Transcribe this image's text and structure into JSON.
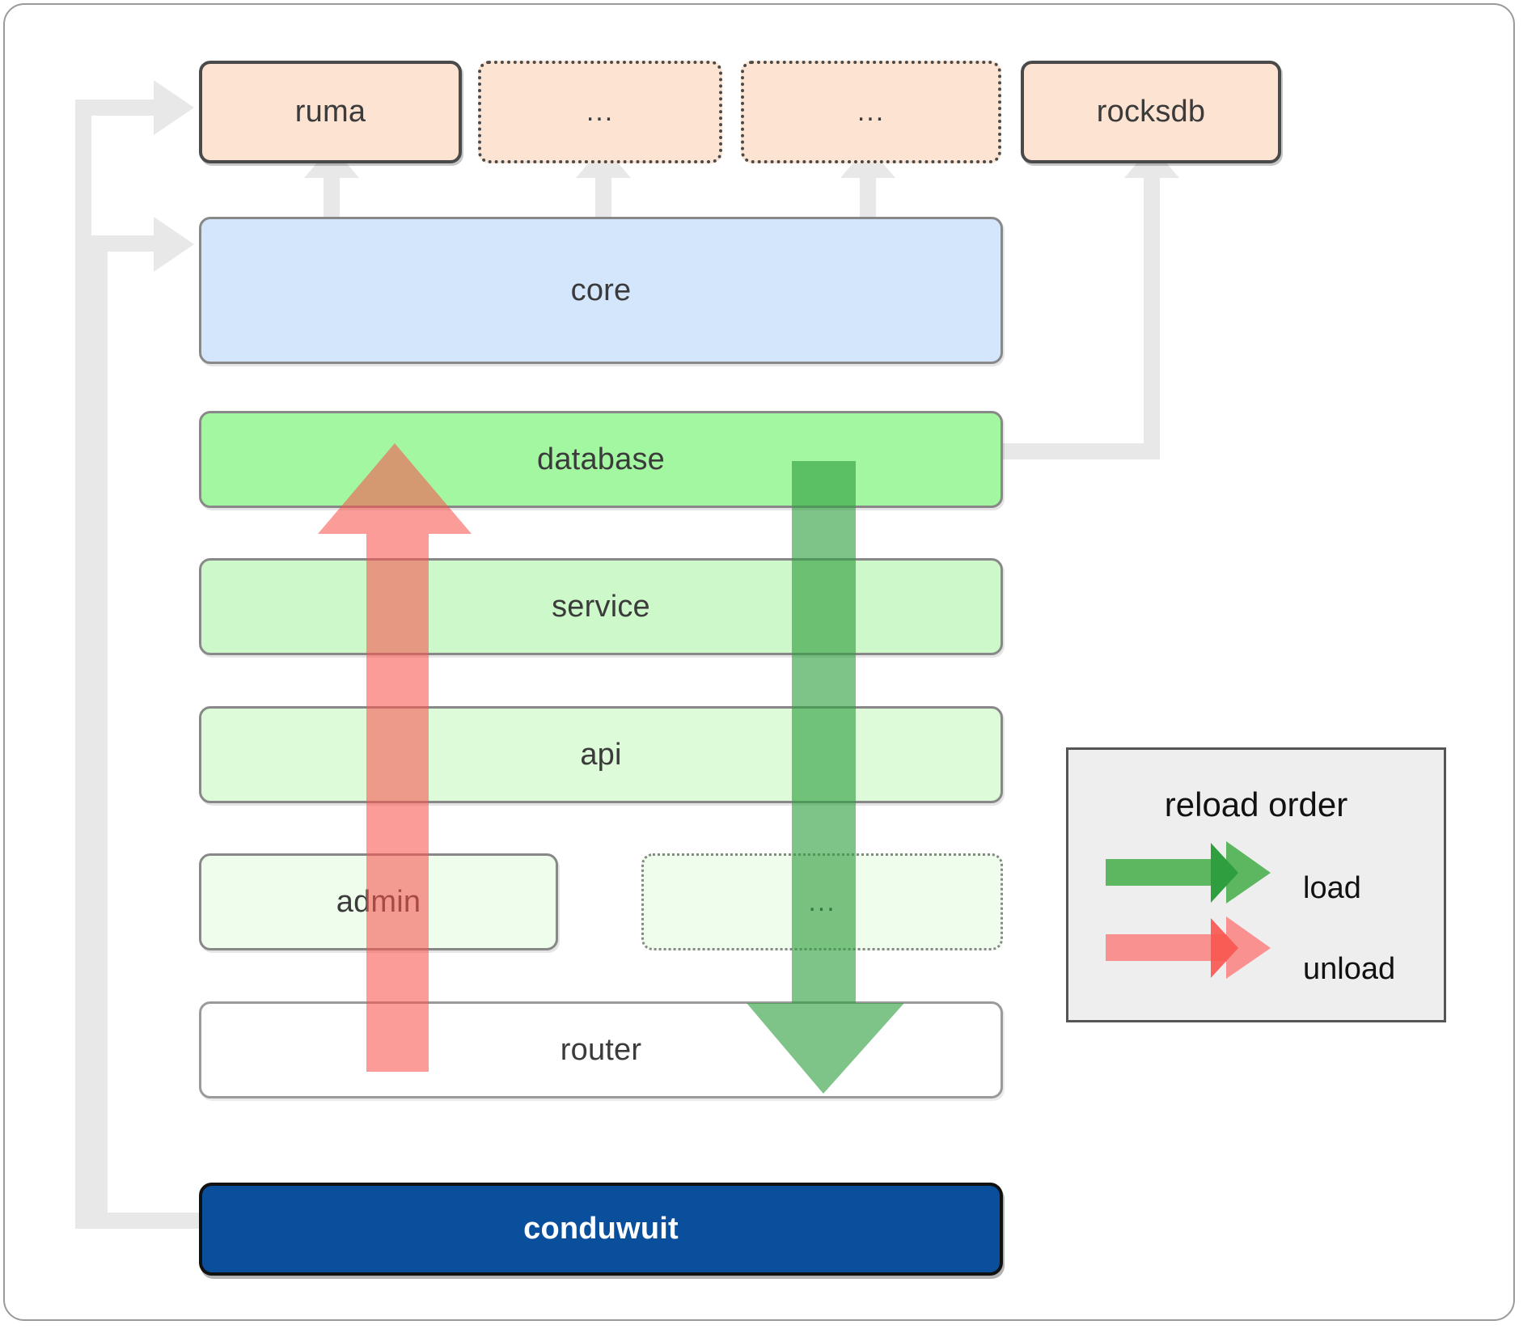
{
  "diagram": {
    "title": "conduwuit crate dependency / reload order diagram",
    "colors": {
      "external_fill": "#fde3d2",
      "external_border": "#4a4a4a",
      "core_fill": "#d4e6fb",
      "database_fill": "#a4f7a1",
      "service_fill": "#cdf8c9",
      "api_fill": "#ddfbd9",
      "admin_fill": "#effdec",
      "router_fill": "#ffffff",
      "conduwuit_fill": "#0a4f9c",
      "connector_gray": "#e8e8e8",
      "load_green": "#4caf50",
      "unload_red": "#f76b6b",
      "legend_bg": "#eeeeee"
    },
    "external_nodes": [
      {
        "id": "ruma",
        "label": "ruma",
        "style": "solid"
      },
      {
        "id": "ext1",
        "label": "...",
        "style": "dotted"
      },
      {
        "id": "ext2",
        "label": "...",
        "style": "dotted"
      },
      {
        "id": "rocksdb",
        "label": "rocksdb",
        "style": "solid"
      }
    ],
    "layers": [
      {
        "id": "core",
        "label": "core",
        "style": "solid"
      },
      {
        "id": "database",
        "label": "database",
        "style": "solid"
      },
      {
        "id": "service",
        "label": "service",
        "style": "solid"
      },
      {
        "id": "api",
        "label": "api",
        "style": "solid"
      },
      {
        "id": "admin",
        "label": "admin",
        "style": "solid"
      },
      {
        "id": "more",
        "label": "...",
        "style": "dotted"
      },
      {
        "id": "router",
        "label": "router",
        "style": "solid"
      }
    ],
    "binary": {
      "id": "conduwuit",
      "label": "conduwuit"
    },
    "legend": {
      "title": "reload order",
      "items": [
        {
          "id": "load",
          "label": "load",
          "color": "#4caf50"
        },
        {
          "id": "unload",
          "label": "unload",
          "color": "#f76b6b"
        }
      ]
    }
  }
}
